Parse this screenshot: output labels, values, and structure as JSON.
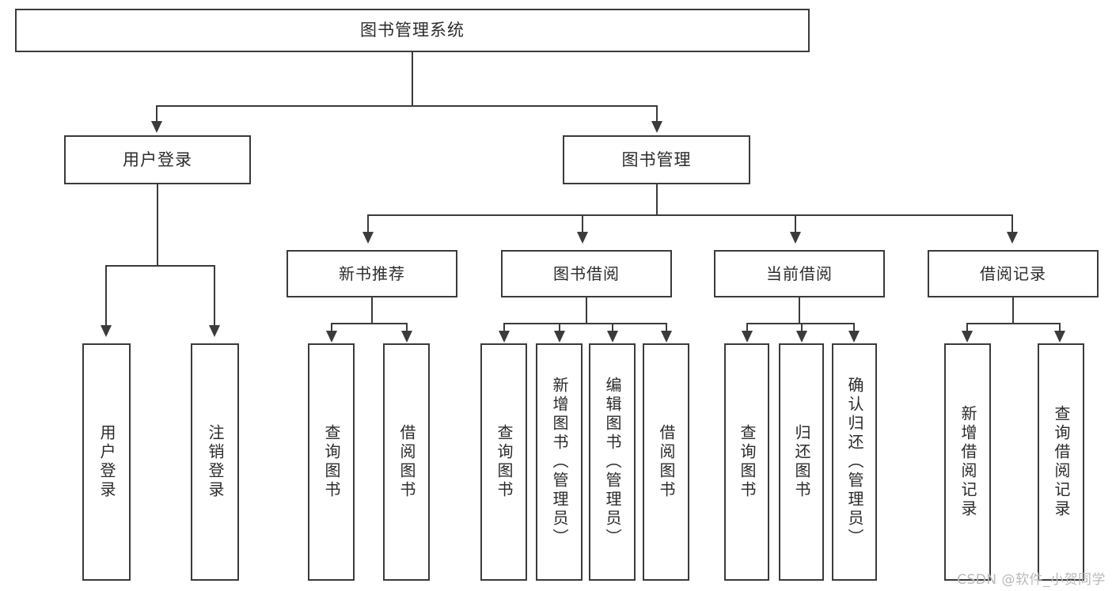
{
  "diagram": {
    "title": "图书管理系统",
    "type": "function-structure-tree",
    "watermark": "CSDN @软件_小贺同学",
    "colors": {
      "stroke": "#3b3b3b",
      "fill": "#ffffff",
      "text": "#2b2b2b",
      "watermark": "#b9b9b9"
    }
  },
  "root": {
    "label": "图书管理系统"
  },
  "level2": [
    {
      "id": "user-login",
      "label": "用户登录"
    },
    {
      "id": "book-management",
      "label": "图书管理"
    }
  ],
  "level3": [
    {
      "id": "new-book-recommend",
      "label": "新书推荐"
    },
    {
      "id": "book-borrow",
      "label": "图书借阅"
    },
    {
      "id": "current-borrow",
      "label": "当前借阅"
    },
    {
      "id": "borrow-record",
      "label": "借阅记录"
    }
  ],
  "leaves": {
    "user_login": [
      {
        "id": "leaf-user-login",
        "label": "用户登录"
      },
      {
        "id": "leaf-logout-login",
        "label": "注销登录"
      }
    ],
    "new_book_recommend": [
      {
        "id": "leaf-query-book-1",
        "label": "查询图书"
      },
      {
        "id": "leaf-borrow-book-1",
        "label": "借阅图书"
      }
    ],
    "book_borrow": [
      {
        "id": "leaf-query-book-2",
        "label": "查询图书"
      },
      {
        "id": "leaf-add-book",
        "label": "新增图书（管理员）"
      },
      {
        "id": "leaf-edit-book",
        "label": "编辑图书（管理员）"
      },
      {
        "id": "leaf-borrow-book-2",
        "label": "借阅图书"
      }
    ],
    "current_borrow": [
      {
        "id": "leaf-query-book-3",
        "label": "查询图书"
      },
      {
        "id": "leaf-return-book",
        "label": "归还图书"
      },
      {
        "id": "leaf-confirm-return",
        "label": "确认归还（管理员）"
      }
    ],
    "borrow_record": [
      {
        "id": "leaf-add-record",
        "label": "新增借阅记录"
      },
      {
        "id": "leaf-query-record",
        "label": "查询借阅记录"
      }
    ]
  }
}
